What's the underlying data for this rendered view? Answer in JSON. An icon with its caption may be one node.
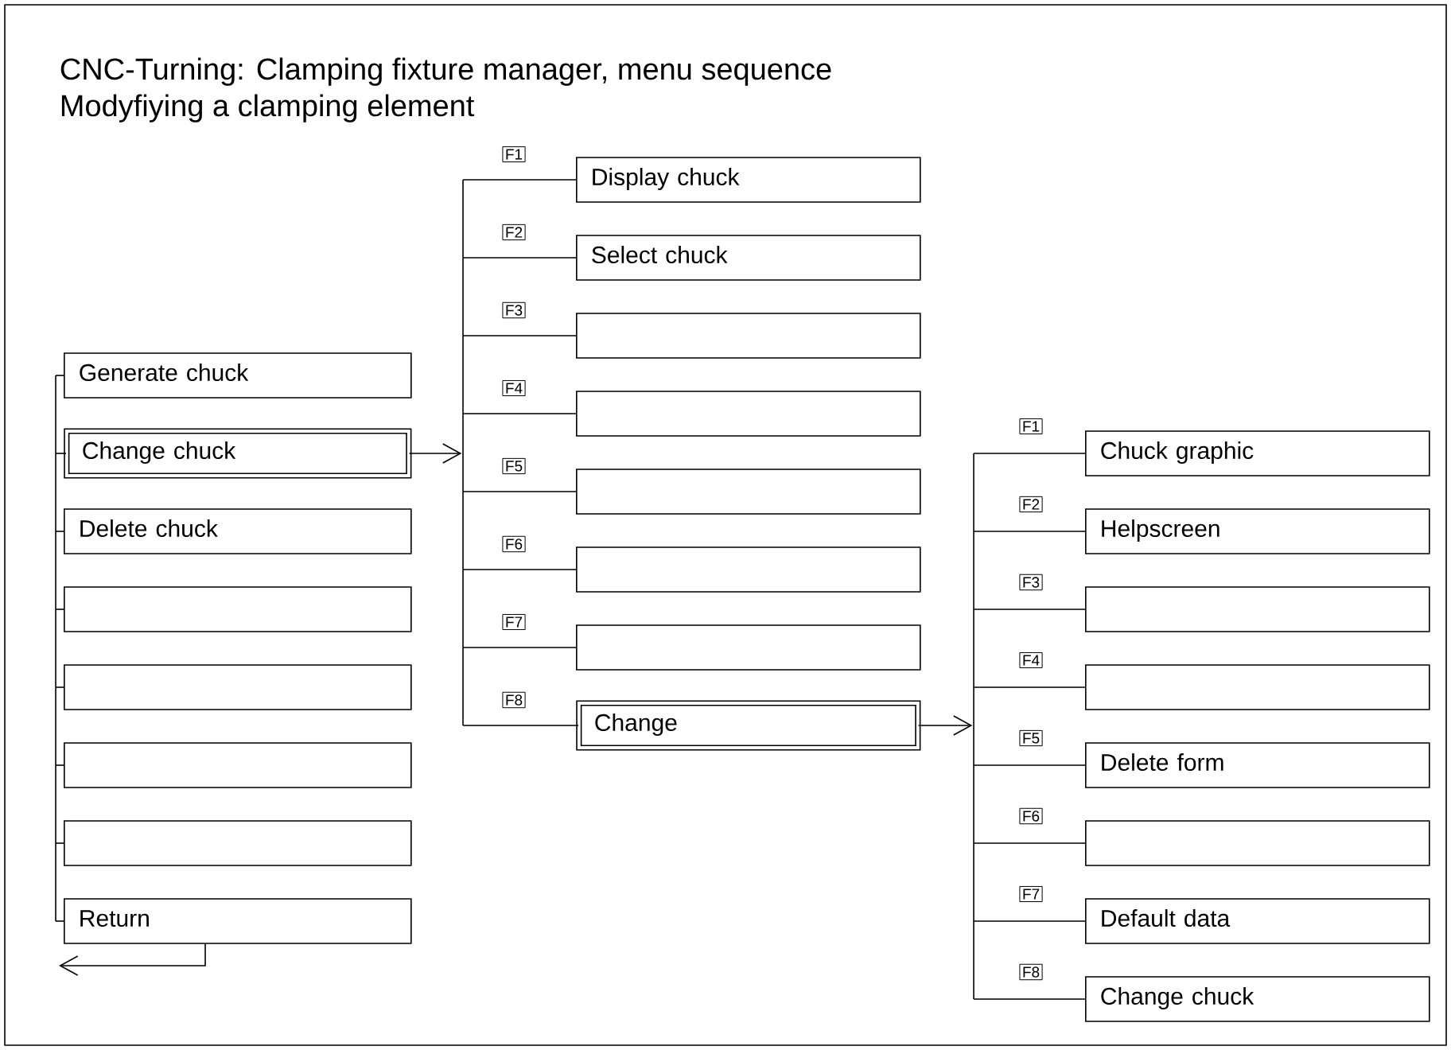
{
  "diagram": {
    "title": "CNC-Turning: Clamping fixture manager, menu sequence",
    "nodes": [
      {
        "text": [],
        "shape": "bar"
      },
      {
        "text": [
          "Generate chuck"
        ]
      },
      {
        "text": [
          "Change chuck"
        ]
      },
      {
        "text": [
          "Delete chuck"
        ]
      },
      {
        "text": [],
        "shape": "box"
      },
      {
        "text": [],
        "shape": "box"
      },
      {
        "text": [],
        "shape": "box"
      },
      {
        "text": [],
        "shape": "box"
      },
      {
        "text": [
          "Return"
        ]
      },
      {
        "text": [],
        "shape": "bar"
      },
      {
        "text": [
          "Display chuck"
        ],
        "beside": [
          "F1"
        ]
      },
      {
        "text": [
          "Select chuck"
        ],
        "beside": [
          "F2"
        ]
      },
      {
        "text": [],
        "shape": "box",
        "beside": [
          "F3"
        ]
      },
      {
        "text": [],
        "shape": "box",
        "beside": [
          "F4"
        ]
      },
      {
        "text": [],
        "shape": "box",
        "beside": [
          "F5"
        ]
      },
      {
        "text": [],
        "shape": "box",
        "beside": [
          "F6"
        ]
      },
      {
        "text": [],
        "shape": "box",
        "beside": [
          "F7"
        ]
      },
      {
        "text": [
          "Change"
        ],
        "beside": [
          "F8"
        ]
      },
      {
        "text": [],
        "shape": "bar"
      },
      {
        "text": [
          "Chuck graphic"
        ],
        "beside": [
          "F1"
        ]
      },
      {
        "text": [
          "Helpscreen"
        ],
        "beside": [
          "F2"
        ]
      },
      {
        "text": [],
        "shape": "box",
        "beside": [
          "F3"
        ]
      },
      {
        "text": [],
        "shape": "box",
        "beside": [
          "F4"
        ]
      },
      {
        "text": [
          "Delete form"
        ],
        "beside": [
          "F5"
        ]
      },
      {
        "text": [],
        "shape": "box",
        "beside": [
          "F6"
        ]
      },
      {
        "text": [
          "Default data"
        ],
        "beside": [
          "F7"
        ]
      },
      {
        "text": [
          "Change chuck"
        ],
        "beside": [
          "F8"
        ]
      }
    ],
    "edges": [
      {
        "from": 0,
        "to": 1,
        "arrow": "none"
      },
      {
        "from": 0,
        "to": 2,
        "arrow": "none"
      },
      {
        "from": 0,
        "to": 3,
        "arrow": "none"
      },
      {
        "from": 0,
        "to": 4,
        "arrow": "none"
      },
      {
        "from": 0,
        "to": 5,
        "arrow": "none"
      },
      {
        "from": 0,
        "to": 6,
        "arrow": "none"
      },
      {
        "from": 0,
        "to": 7,
        "arrow": "none"
      },
      {
        "from": 0,
        "to": 8,
        "arrow": "none"
      },
      {
        "from": 2,
        "to": 9,
        "arrow": "to"
      },
      {
        "from": 9,
        "to": 10,
        "arrow": "none"
      },
      {
        "from": 9,
        "to": 11,
        "arrow": "none"
      },
      {
        "from": 9,
        "to": 12,
        "arrow": "none"
      },
      {
        "from": 9,
        "to": 13,
        "arrow": "none"
      },
      {
        "from": 9,
        "to": 14,
        "arrow": "none"
      },
      {
        "from": 9,
        "to": 15,
        "arrow": "none"
      },
      {
        "from": 9,
        "to": 16,
        "arrow": "none"
      },
      {
        "from": 9,
        "to": 17,
        "arrow": "none"
      },
      {
        "from": 17,
        "to": 18,
        "arrow": "to"
      },
      {
        "from": 18,
        "to": 19,
        "arrow": "none"
      },
      {
        "from": 18,
        "to": 20,
        "arrow": "none"
      },
      {
        "from": 18,
        "to": 21,
        "arrow": "none"
      },
      {
        "from": 18,
        "to": 22,
        "arrow": "none"
      },
      {
        "from": 18,
        "to": 23,
        "arrow": "none"
      },
      {
        "from": 18,
        "to": 24,
        "arrow": "none"
      },
      {
        "from": 18,
        "to": 25,
        "arrow": "none"
      },
      {
        "from": 18,
        "to": 26,
        "arrow": "none"
      },
      {
        "from": 8,
        "to": null,
        "arrow": "to"
      }
    ],
    "labels": [
      "Modyfiying a clamping element"
    ]
  }
}
